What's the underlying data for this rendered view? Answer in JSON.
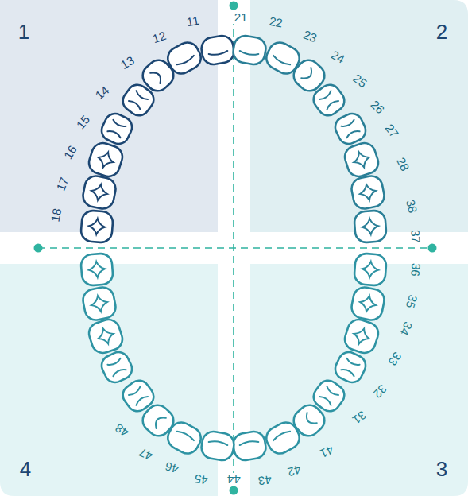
{
  "diagram": {
    "labels": [
      "1",
      "2",
      "3",
      "4",
      "18",
      "17",
      "16",
      "15",
      "14",
      "13",
      "12",
      "11",
      "21",
      "22",
      "23",
      "24",
      "25",
      "26",
      "27",
      "28",
      "38",
      "37",
      "36",
      "35",
      "34",
      "33",
      "32",
      "31",
      "41",
      "42",
      "43",
      "44",
      "45",
      "46",
      "47",
      "48"
    ]
  }
}
